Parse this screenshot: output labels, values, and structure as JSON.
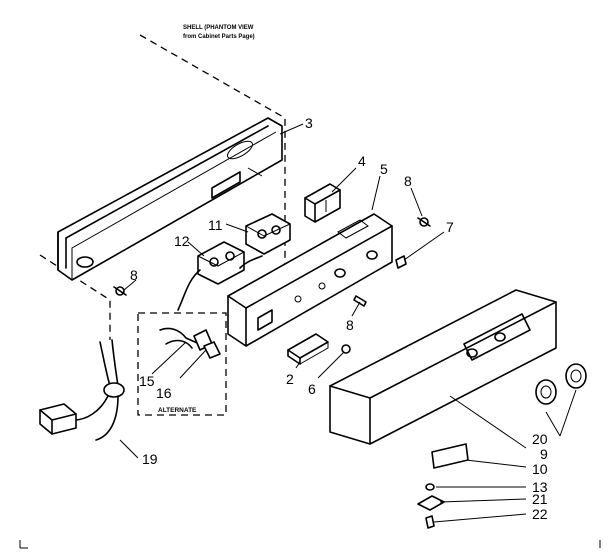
{
  "header": {
    "title_line1": "SHELL (PHANTOM VIEW",
    "title_line2": "from Cabinet Parts Page)"
  },
  "alternate_label": "ALTERNATE",
  "callouts": [
    {
      "id": "c3",
      "label": "3"
    },
    {
      "id": "c4",
      "label": "4"
    },
    {
      "id": "c5",
      "label": "5"
    },
    {
      "id": "c8a",
      "label": "8"
    },
    {
      "id": "c7",
      "label": "7"
    },
    {
      "id": "c11",
      "label": "11"
    },
    {
      "id": "c12",
      "label": "12"
    },
    {
      "id": "c8b",
      "label": "8"
    },
    {
      "id": "c8c",
      "label": "8"
    },
    {
      "id": "c15",
      "label": "15"
    },
    {
      "id": "c16",
      "label": "16"
    },
    {
      "id": "c2",
      "label": "2"
    },
    {
      "id": "c6",
      "label": "6"
    },
    {
      "id": "c19",
      "label": "19"
    },
    {
      "id": "c20",
      "label": "20"
    },
    {
      "id": "c9",
      "label": "9"
    },
    {
      "id": "c10",
      "label": "10"
    },
    {
      "id": "c13",
      "label": "13"
    },
    {
      "id": "c21",
      "label": "21"
    },
    {
      "id": "c22",
      "label": "22"
    }
  ]
}
